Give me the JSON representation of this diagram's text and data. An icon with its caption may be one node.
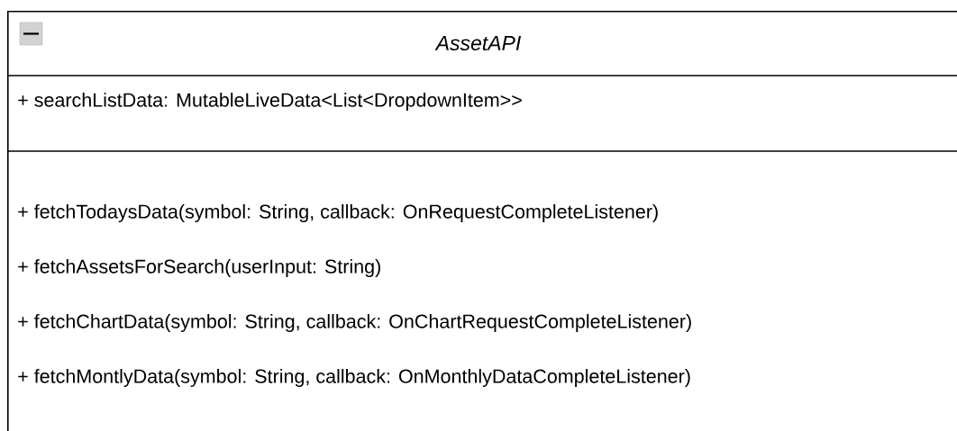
{
  "diagram": {
    "nodes": [
      {
        "text": [
          "AssetAPI",
          "+ searchListData: MutableLiveData<List<DropdownItem>>",
          "+ fetchTodaysData(symbol: String, callback: OnRequestCompleteListener)",
          "+ fetchAssetsForSearch(userInput: String)",
          "+ fetchChartData(symbol: String, callback: OnChartRequestCompleteListener)",
          "+ fetchMontlyData(symbol: String, callback: OnMonthlyDataCompleteListener)"
        ]
      }
    ]
  }
}
